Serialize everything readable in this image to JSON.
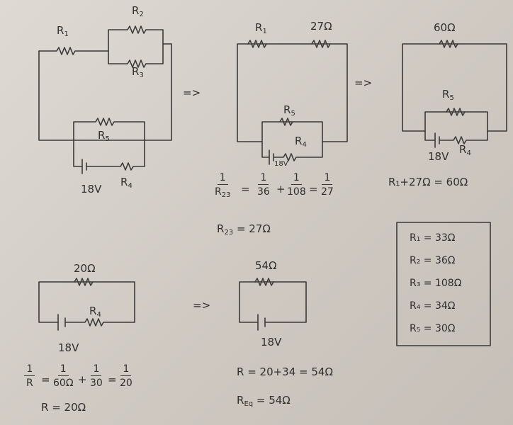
{
  "diagram1": {
    "r1": "R",
    "r1_sub": "1",
    "r2": "R",
    "r2_sub": "2",
    "r3": "R",
    "r3_sub": "3",
    "r5": "R",
    "r5_sub": "5",
    "r4": "R",
    "r4_sub": "4",
    "voltage": "18V"
  },
  "arrow1": "=>",
  "diagram2": {
    "r1": "R",
    "r1_sub": "1",
    "r23": "27Ω",
    "r5": "R",
    "r5_sub": "5",
    "r4": "R",
    "r4_sub": "4",
    "voltage": "18V"
  },
  "arrow2": "=>",
  "diagram3": {
    "top": "60Ω",
    "r5": "R",
    "r5_sub": "5",
    "r4": "R",
    "r4_sub": "4",
    "voltage": "18V"
  },
  "eq_r23": {
    "lhs_num": "1",
    "lhs_den_main": "R",
    "lhs_den_sub": "23",
    "t1_num": "1",
    "t1_den": "36",
    "t2_num": "1",
    "t2_den": "108",
    "rhs_num": "1",
    "rhs_den": "27",
    "eq1": "=",
    "plus": "+",
    "eq2": "=",
    "result_main": "R",
    "result_sub": "23",
    "result_value": " = 27Ω"
  },
  "eq_r1": "R₁+27Ω = 60Ω",
  "values_box": {
    "lines": [
      "R₁ = 33Ω",
      "R₂ = 36Ω",
      "R₃ = 108Ω",
      "R₄ = 34Ω",
      "R₅ = 30Ω"
    ]
  },
  "diagram4": {
    "top": "20Ω",
    "r4": "R",
    "r4_sub": "4",
    "voltage": "18V"
  },
  "arrow3": "=>",
  "diagram5": {
    "top": "54Ω",
    "voltage": "18V"
  },
  "eq_r": {
    "lhs_num": "1",
    "lhs_den": "R",
    "eq1": "=",
    "t1_num": "1",
    "t1_den": "60Ω",
    "plus": "+",
    "t2_num": "1",
    "t2_den": "30",
    "eq2": "=",
    "rhs_num": "1",
    "rhs_den": "20",
    "result": "R = 20Ω"
  },
  "eq_sum": "R = 20+34 = 54Ω",
  "eq_req": {
    "main": "R",
    "sub": "Eq",
    "value": " = 54Ω"
  }
}
